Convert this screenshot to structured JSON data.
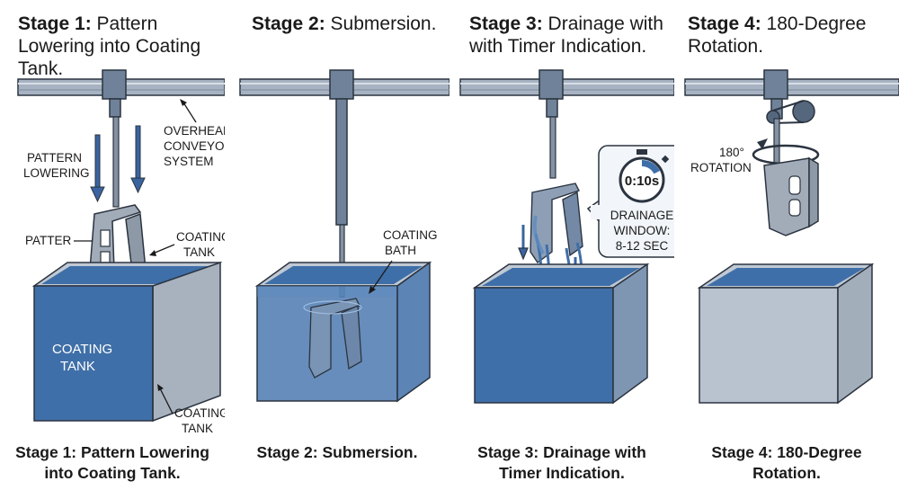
{
  "stages": [
    {
      "title_bold": "Stage 1:",
      "title_rest": "Pattern Lowering into Coating Tank.",
      "caption_line1": "Stage 1: Pattern Lowering",
      "caption_line2": "into Coating Tank.",
      "labels": {
        "conveyor": [
          "OVERHEAD",
          "CONVEYOR",
          "SYSTEM"
        ],
        "lowering": [
          "PATTERN",
          "LOWERING"
        ],
        "pattern": "PATTER",
        "tank_top": [
          "COATING",
          "TANK"
        ],
        "tank_face": [
          "COATING",
          "TANK"
        ],
        "tank_side": [
          "COATING",
          "TANK"
        ]
      }
    },
    {
      "title_bold": "Stage 2:",
      "title_rest": "Submersion.",
      "caption_line1": "Stage 2: Submersion.",
      "caption_line2": "",
      "labels": {
        "bath": [
          "COATING",
          "BATH"
        ]
      }
    },
    {
      "title_bold": "Stage 3:",
      "title_rest": "Drainage with with Timer Indication.",
      "caption_line1": "Stage 3: Drainage with",
      "caption_line2": "Timer Indication.",
      "labels": {
        "timer": "0:10s",
        "window": [
          "DRAINAGE",
          "WINDOW:",
          "8-12 SEC"
        ]
      }
    },
    {
      "title_bold": "Stage 4:",
      "title_rest": "180-Degree Rotation.",
      "caption_line1": "Stage 4: 180-Degree",
      "caption_line2": "Rotation.",
      "labels": {
        "rotation": [
          "180°",
          "ROTATION"
        ]
      }
    }
  ],
  "colors": {
    "liquid": "#3f6fa8",
    "liquid_dark": "#2e5a8f",
    "metal": "#9aa6b4",
    "rail": "#a7b3c2",
    "outline": "#2b3440",
    "arrow": "#3a64a0"
  }
}
